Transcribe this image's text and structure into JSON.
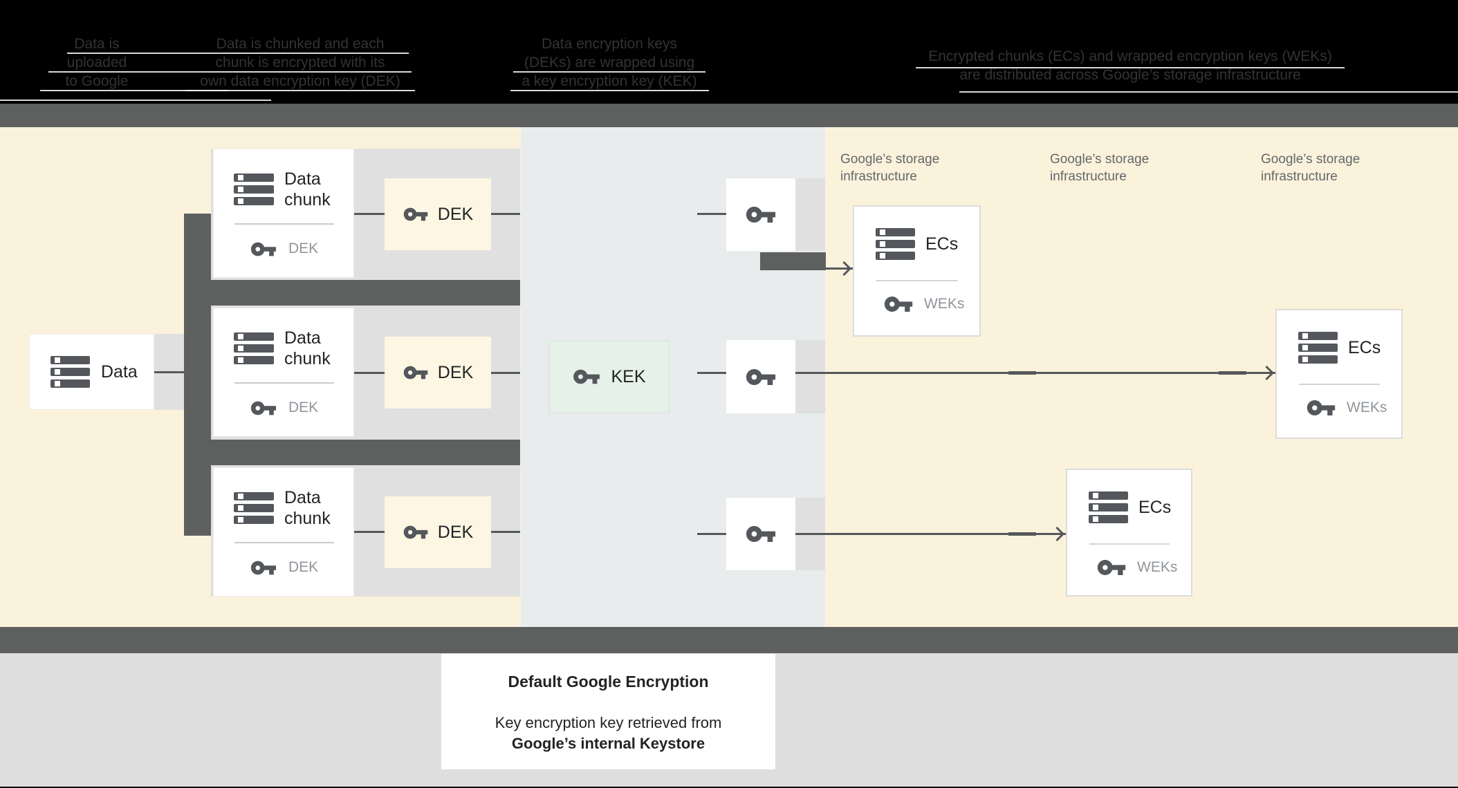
{
  "header": {
    "columns": [
      {
        "lines": [
          "Data is",
          "uploaded",
          "to Google"
        ]
      },
      {
        "lines": [
          "Data is chunked and each",
          "chunk is encrypted with its",
          "own data encryption key (DEK)"
        ]
      },
      {
        "lines": [
          "Data encryption keys",
          "(DEKs) are wrapped using",
          "a key encryption key (KEK)"
        ]
      },
      {
        "lines": [
          "Encrypted chunks (ECs) and wrapped encryption keys (WEKs)",
          "are distributed across Google’s storage infrastructure"
        ]
      }
    ]
  },
  "diagram": {
    "data_box": {
      "label": "Data"
    },
    "chunk_cards": [
      {
        "title": "Data chunk",
        "key_label": "DEK"
      },
      {
        "title": "Data chunk",
        "key_label": "DEK"
      },
      {
        "title": "Data chunk",
        "key_label": "DEK"
      }
    ],
    "dek_boxes": [
      {
        "label": "DEK"
      },
      {
        "label": "DEK"
      },
      {
        "label": "DEK"
      }
    ],
    "kek_box": {
      "label": "KEK"
    },
    "storage_labels": [
      {
        "line1": "Google’s storage",
        "line2": "infrastructure"
      },
      {
        "line1": "Google’s storage",
        "line2": "infrastructure"
      },
      {
        "line1": "Google’s storage",
        "line2": "infrastructure"
      }
    ],
    "ecs_boxes": [
      {
        "title": "ECs",
        "key_label": "WEKs"
      },
      {
        "title": "ECs",
        "key_label": "WEKs"
      },
      {
        "title": "ECs",
        "key_label": "WEKs"
      }
    ]
  },
  "caption": {
    "title": "Default Google Encryption",
    "line1": "Key encryption key retrieved from",
    "line2": "Google’s internal Keystore"
  },
  "colors": {
    "background_black": "#000000",
    "band_gray": "#5e6060",
    "cream": "#fbf2dc",
    "kms_zone_gray_blue": "#e8eced",
    "strip_gray": "#e0e0e0",
    "dek_yellow": "#fdf6e3",
    "kek_green": "#e5f1e9",
    "icon_gray": "#54575b",
    "muted_text": "#90959a",
    "storage_label_gray": "#63676b",
    "dark_text": "#212326"
  }
}
